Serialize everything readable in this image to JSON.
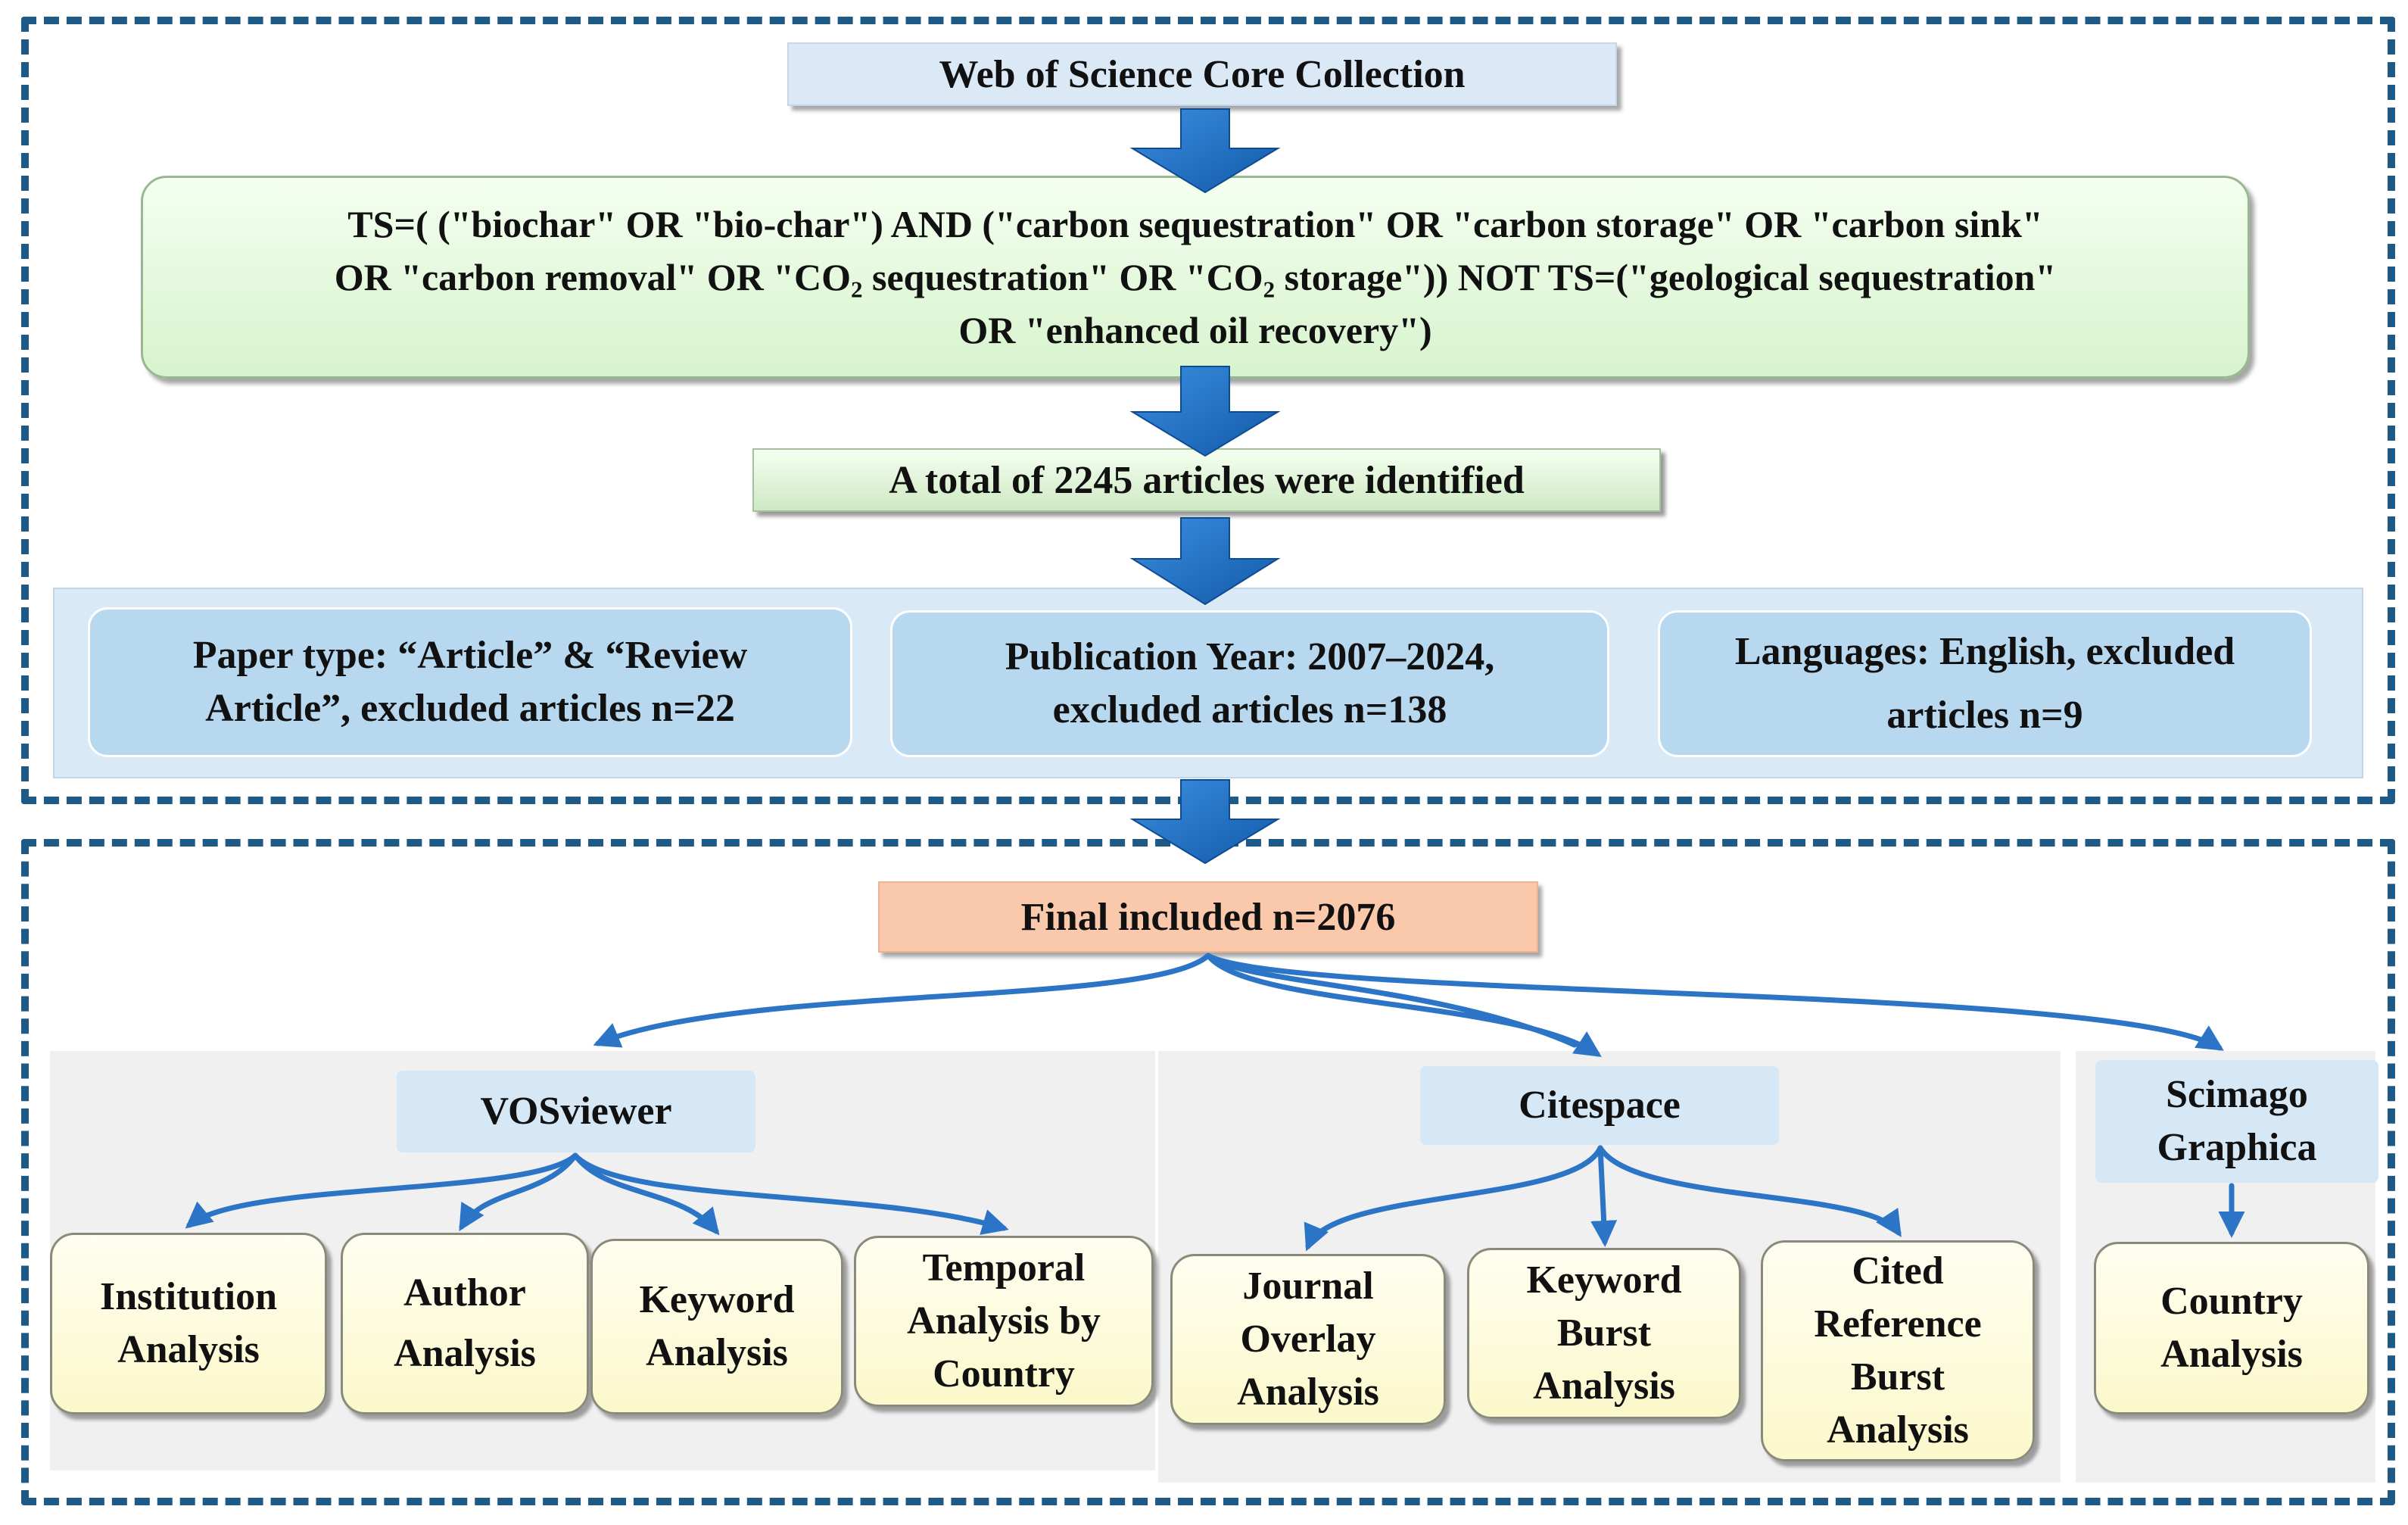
{
  "source": {
    "label": "Web of Science Core Collection"
  },
  "query": {
    "line1": "TS=( (\"biochar\" OR \"bio-char\") AND (\"carbon sequestration\" OR \"carbon storage\" OR \"carbon sink\"",
    "line2_a": "OR \"carbon removal\" OR \"CO",
    "line2_sub1": "2",
    "line2_b": " sequestration\" OR \"CO",
    "line2_sub2": "2",
    "line2_c": " storage\")) NOT TS=(\"geological sequestration\"",
    "line3": "OR \"enhanced oil recovery\")"
  },
  "identified": {
    "label": "A total of 2245 articles were identified"
  },
  "filters": [
    {
      "line1": "Paper type: “Article” & “Review",
      "line2": "Article”, excluded articles n=22"
    },
    {
      "line1": "Publication Year: 2007–2024,",
      "line2": "excluded articles n=138"
    },
    {
      "line1": "Languages: English, excluded",
      "line2": "articles n=9"
    }
  ],
  "final": {
    "label": "Final included n=2076"
  },
  "tools": [
    {
      "line1": "VOSviewer",
      "line2": ""
    },
    {
      "line1": "Citespace",
      "line2": ""
    },
    {
      "line1": "Scimago",
      "line2": "Graphica"
    }
  ],
  "analyses": {
    "institution": [
      "Institution",
      "Analysis"
    ],
    "author": [
      "Author",
      "Analysis"
    ],
    "keyword": [
      "Keyword",
      "Analysis"
    ],
    "temporal": [
      "Temporal",
      "Analysis by",
      "Country"
    ],
    "journal": [
      "Journal",
      "Overlay",
      "Analysis"
    ],
    "burst": [
      "Keyword",
      "Burst",
      "Analysis"
    ],
    "cited": [
      "Cited",
      "Reference",
      "Burst",
      "Analysis"
    ],
    "country": [
      "Country",
      "Analysis"
    ]
  },
  "colors": {
    "frame": "#1f5a87",
    "arrow": "#1a6cc7",
    "connector": "#2b74c6"
  }
}
